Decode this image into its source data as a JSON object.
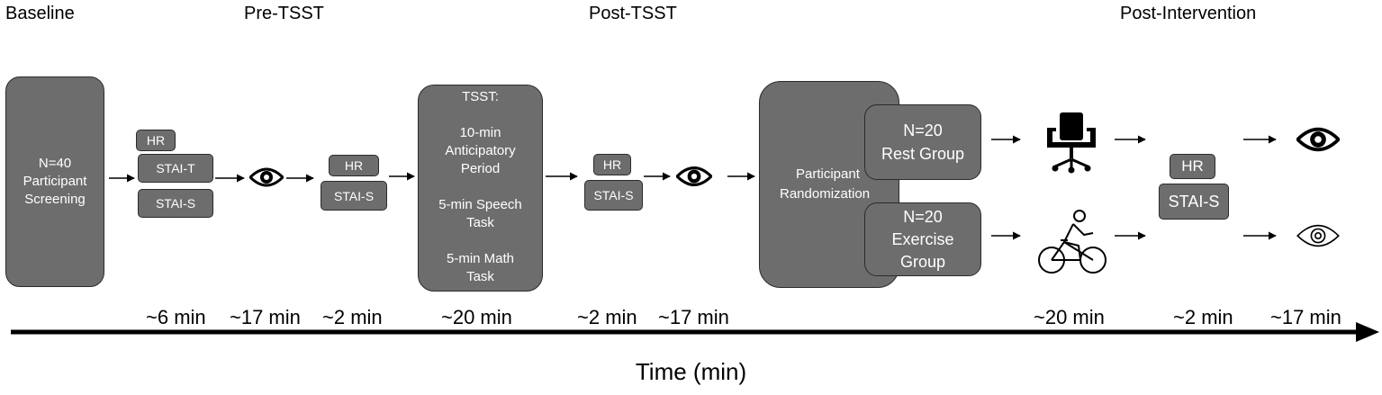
{
  "phases": {
    "baseline": "Baseline",
    "pre_tsst": "Pre-TSST",
    "post_tsst": "Post-TSST",
    "post_intervention": "Post-Intervention"
  },
  "boxes": {
    "screening": [
      "N=40",
      "Participant",
      "Screening"
    ],
    "hr": "HR",
    "stai_t": "STAI-T",
    "stai_s": "STAI-S",
    "tsst": {
      "heading": "TSST:",
      "anticipatory": [
        "10-min",
        "Anticipatory",
        "Period"
      ],
      "speech": [
        "5-min Speech",
        "Task"
      ],
      "math": [
        "5-min Math",
        "Task"
      ]
    },
    "randomization": [
      "Participant",
      "Randomization"
    ],
    "rest_group": [
      "N=20",
      "Rest Group"
    ],
    "exercise_group": [
      "N=20",
      "Exercise",
      "Group"
    ]
  },
  "durations": {
    "d1": "~6 min",
    "d2": "~17 min",
    "d3": "~2 min",
    "d4": "~20 min",
    "d5": "~2 min",
    "d6": "~17 min",
    "d7": "~20 min",
    "d8": "~2 min",
    "d9": "~17 min"
  },
  "axis": {
    "title": "Time (min)"
  },
  "icons": {
    "eye_filled": "eye-icon",
    "eye_outline": "eye-outline-icon",
    "chair": "office-chair-icon",
    "bike": "cyclist-icon"
  },
  "colors": {
    "box_fill": "#6d6d6d",
    "box_border": "#2b2b2b",
    "box_text": "#ffffff",
    "arrow": "#000000"
  }
}
